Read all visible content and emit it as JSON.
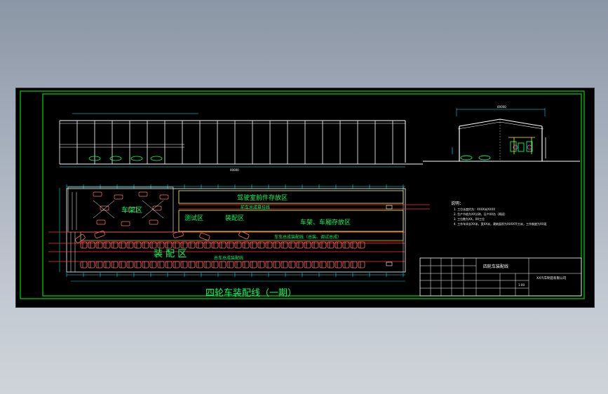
{
  "drawing": {
    "main_title": "四轮车装配线（一期）",
    "areas": {
      "overhead_storage": "驾驶室前件存放区",
      "conveyor_top": "前车总成悬挂线",
      "frame_area": "车架区",
      "test_area": "测试区",
      "inspection_area": "装配区",
      "cabin_storage": "车架、车厢存放区",
      "line_one": "车车总成装配线（总装、调试总成）",
      "assembly_zone": "装 配 区",
      "line_two": "总车总成装配线"
    },
    "notes": {
      "heading": "说明：",
      "items": [
        "1. 工位长度约为：XXXX米XXXX",
        "2. 生产节拍为XX分钟，日产XX台（两班）",
        "3. 工位数为XX，XX工位",
        "4. 工作车间长XX米，宽XX米，建筑面积为XXXX平方米，工作制度为XX班"
      ]
    },
    "title_block": {
      "drawing_name": "四轮车装配线",
      "company": "XX汽车制造有限公司",
      "scale": "1:00"
    }
  },
  "colors": {
    "frame": "#00ff00",
    "section_white": "#ffffff",
    "rails": "#ff3333",
    "cars": "#ff6e6e",
    "text": "#00ff66",
    "dim": "#00ffff",
    "zones": "#ffff66"
  }
}
